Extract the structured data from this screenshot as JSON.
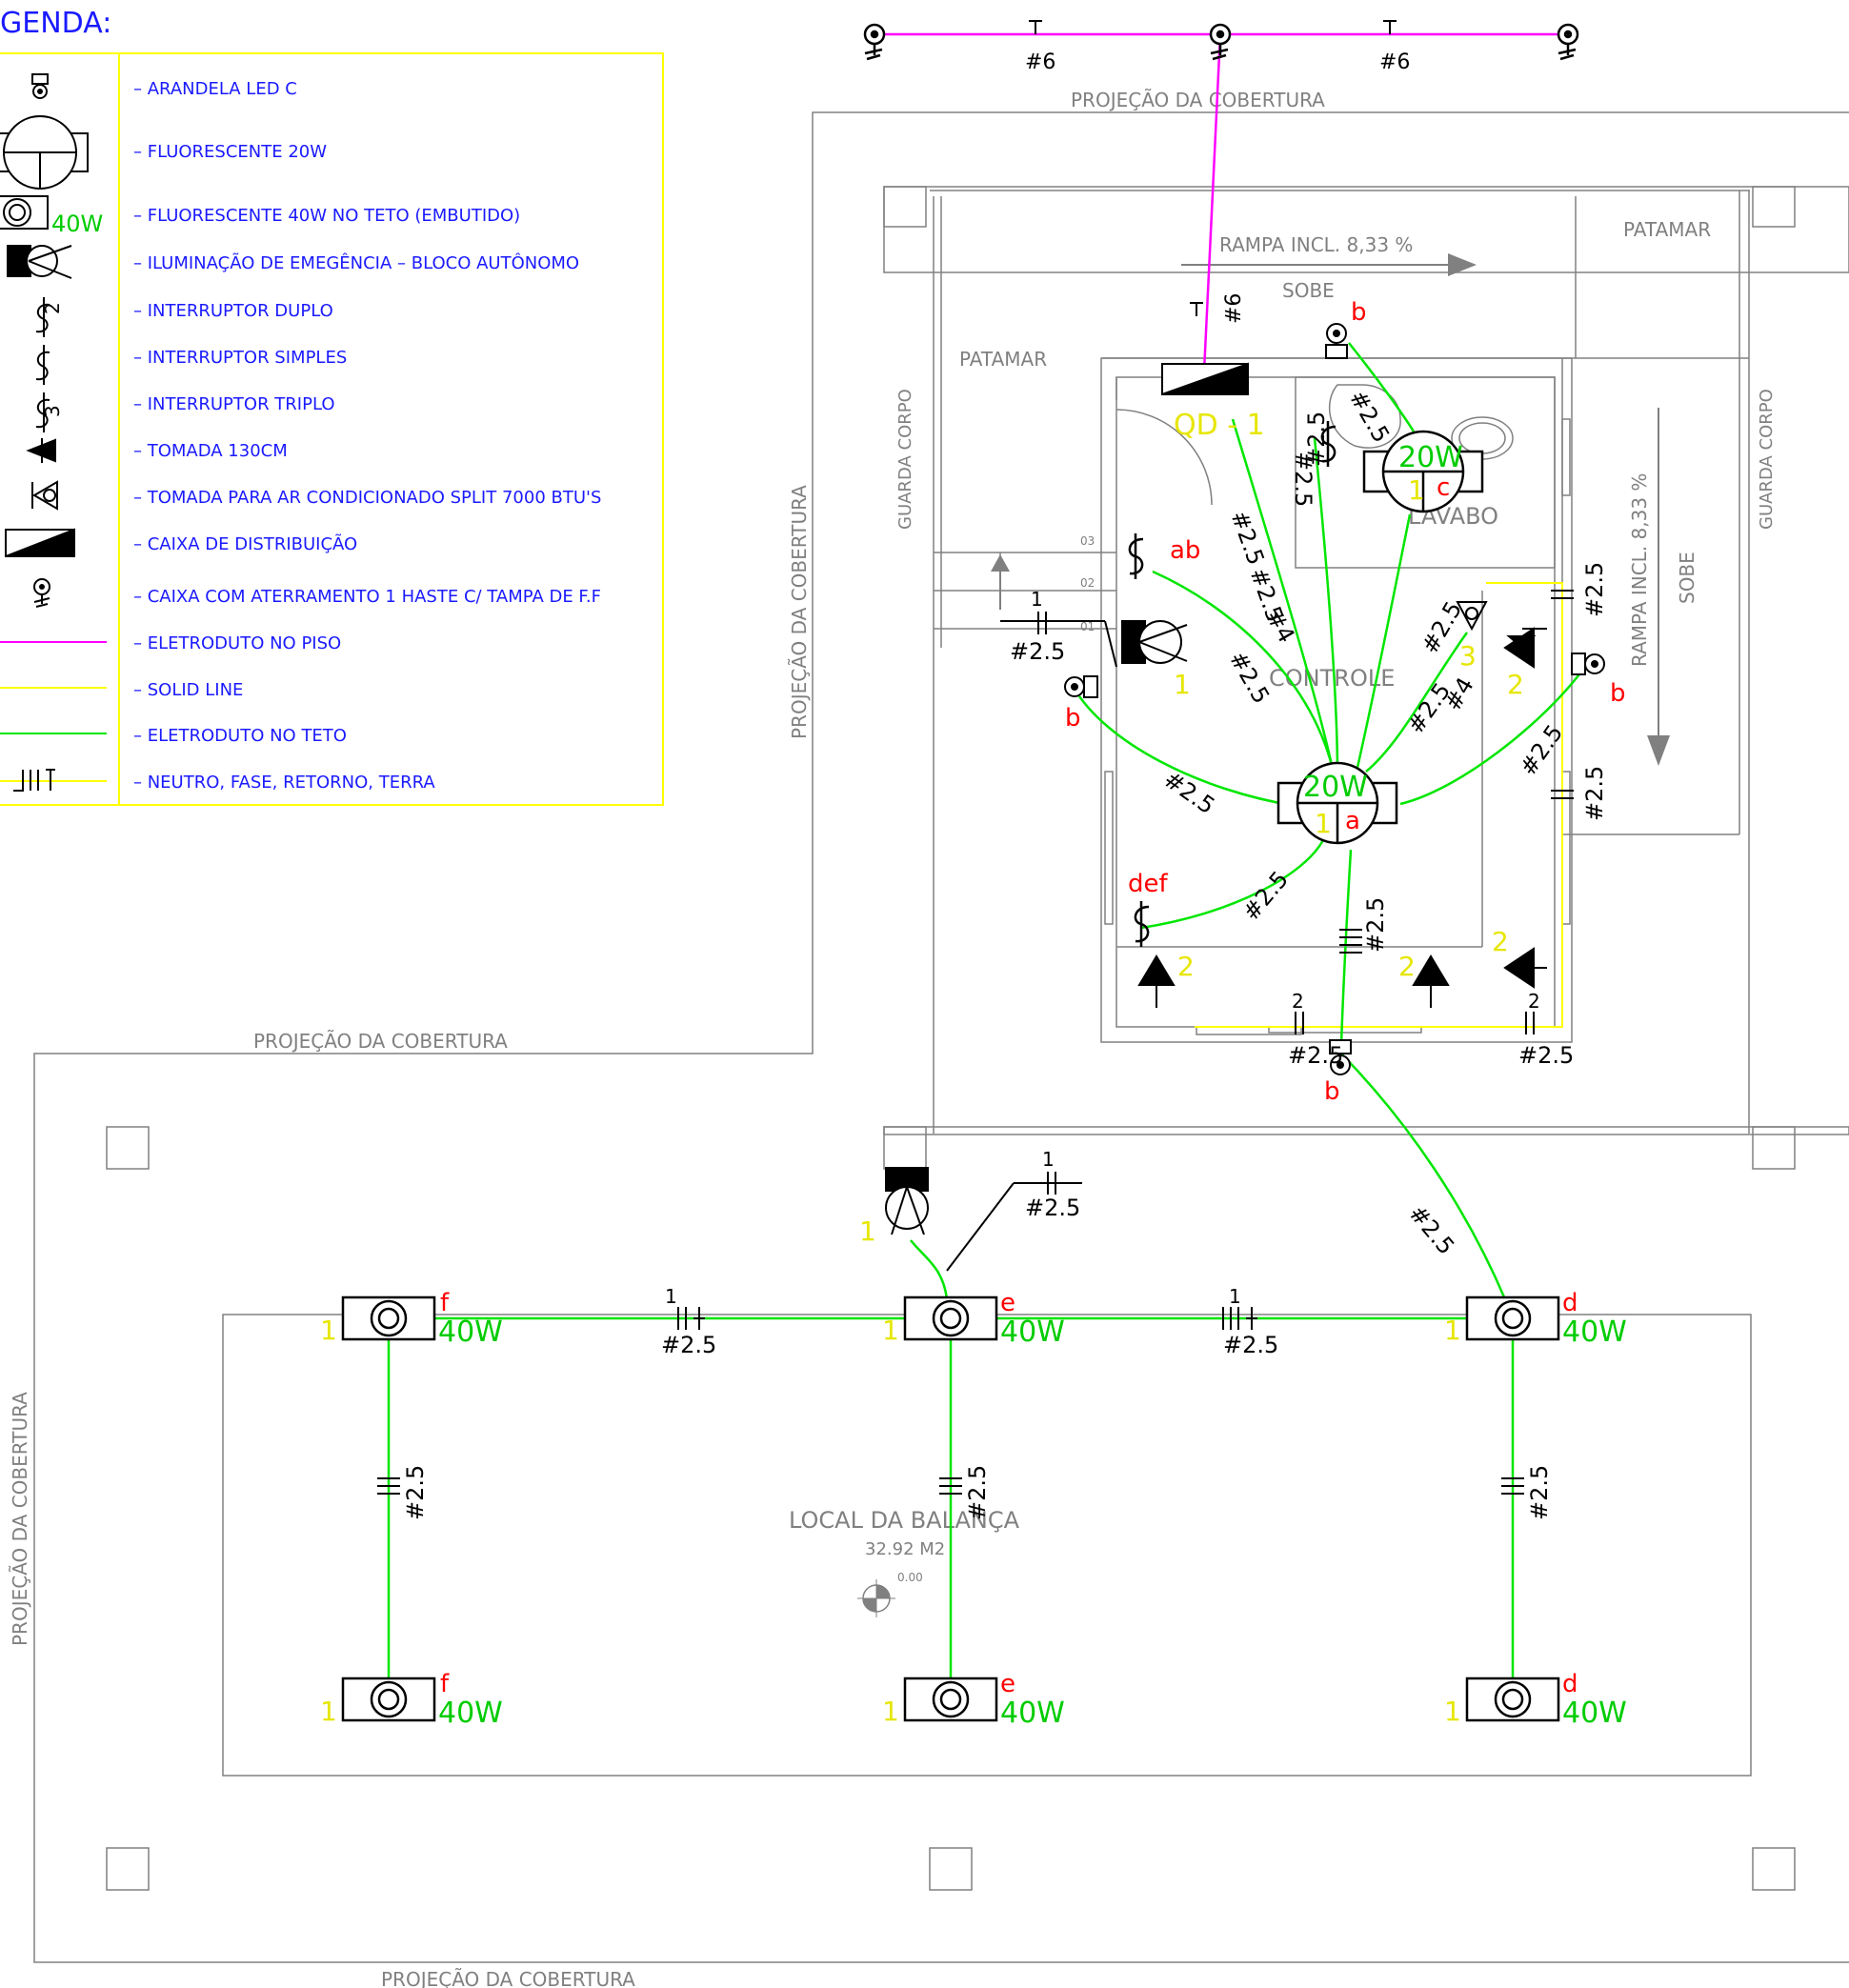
{
  "legend": {
    "title": "GENDA:",
    "items": [
      "– ARANDELA LED C",
      "– FLUORESCENTE 20W",
      "– FLUORESCENTE 40W NO TETO (EMBUTIDO)",
      "– ILUMINAÇÃO DE EMEGÊNCIA – BLOCO AUTÔNOMO",
      "– INTERRUPTOR DUPLO",
      "– INTERRUPTOR SIMPLES",
      "– INTERRUPTOR TRIPLO",
      "– TOMADA 130CM",
      "– TOMADA PARA AR CONDICIONADO SPLIT   7000 BTU'S",
      "– CAIXA DE DISTRIBUIÇÃO",
      "– CAIXA COM ATERRAMENTO 1 HASTE C/ TAMPA DE F.F",
      "– ELETRODUTO NO PISO",
      "– SOLID LINE",
      "– ELETRODUTO NO TETO",
      "– NEUTRO, FASE, RETORNO, TERRA"
    ],
    "symbol_40w": "40W"
  },
  "plan": {
    "projecao": "PROJEÇÃO DA COBERTURA",
    "patamar": "PATAMAR",
    "rampa": "RAMPA INCL. 8,33 %",
    "sobe": "SOBE",
    "guarda_corpo": "GUARDA CORPO",
    "lavabo": "LAVABO",
    "controle": "CONTROLE",
    "qd": "QD - 1",
    "local": "LOCAL DA BALANÇA",
    "area": "32.92 M2",
    "level": "0.00",
    "steps": [
      "03",
      "02",
      "01"
    ],
    "wire6": "#6",
    "wire4": "#4",
    "wire25": "#2.5",
    "power20": "20W",
    "power40": "40W",
    "colors": {
      "magenta": "#ff00ff",
      "green": "#00e600",
      "yellow": "#ffff00",
      "red": "#ff0000",
      "blue": "#1a1aff",
      "grey": "#808080"
    }
  }
}
